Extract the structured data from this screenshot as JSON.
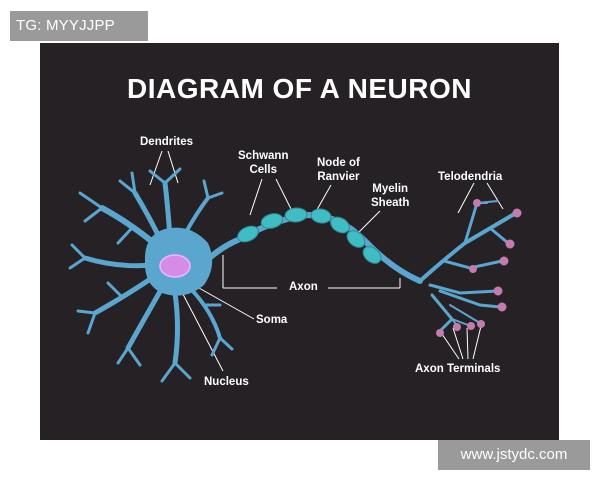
{
  "tag": "TG: MYYJJPP",
  "title": "DIAGRAM OF A NEURON",
  "labels": {
    "dendrites": "Dendrites",
    "schwann_line1": "Schwann",
    "schwann_line2": "Cells",
    "node_line1": "Node of",
    "node_line2": "Ranvier",
    "myelin_line1": "Myelin",
    "myelin_line2": "Sheath",
    "telodendria": "Telodendria",
    "axon": "Axon",
    "soma": "Soma",
    "nucleus": "Nucleus",
    "axon_terminals": "Axon Terminals"
  },
  "watermark": "www.jstydc.com",
  "colors": {
    "background": "#252125",
    "neuron": "#5aa6cf",
    "myelin": "#3fbcc4",
    "nucleus": "#d58be8",
    "terminal": "#c47bb0",
    "label": "#ffffff"
  }
}
